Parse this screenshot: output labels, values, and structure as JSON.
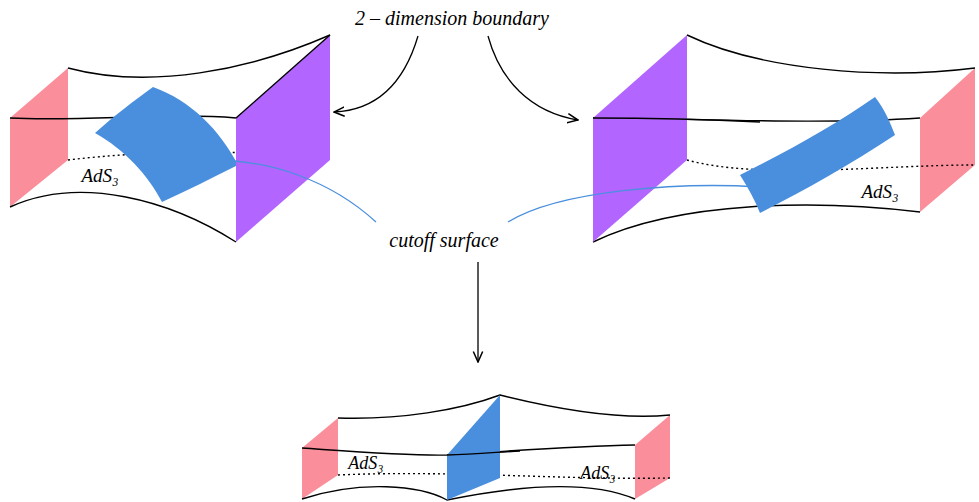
{
  "diagram": {
    "labels": [
      "2 – dimension boundary",
      "cutoff surface",
      "AdS₃",
      "AdS₃",
      "AdS₃",
      "AdS₃"
    ]
  }
}
